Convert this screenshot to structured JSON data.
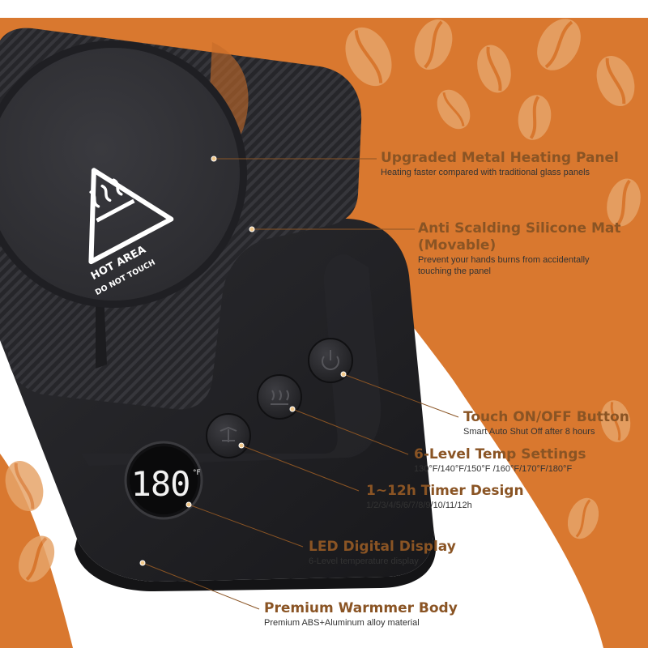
{
  "colors": {
    "accent_orange": "#d9782f",
    "callout_brown": "#8a5424",
    "device_black": "#222226",
    "background_white": "#ffffff"
  },
  "device": {
    "warning_label_line1": "HOT AREA",
    "warning_label_line2": "DO NOT TOUCH",
    "display_value": "180",
    "display_unit": "°F"
  },
  "icons": {
    "warning": "heat-warning-triangle-icon",
    "power": "power-icon",
    "temp": "temperature-icon",
    "timer": "timer-icon",
    "background": "coffee-bean-icon"
  },
  "callouts": [
    {
      "title": "Upgraded Metal Heating Panel",
      "sub": [
        "Heating faster compared with traditional glass panels"
      ]
    },
    {
      "title": "Anti Scalding Silicone Mat",
      "title2": "(Movable)",
      "sub": [
        "Prevent your hands burns from accidentally",
        "touching the panel"
      ]
    },
    {
      "title": "Touch ON/OFF Button",
      "sub": [
        "Smart Auto Shut Off after 8 hours"
      ]
    },
    {
      "title": "6-Level Temp Settings",
      "sub": [
        "130°F/140°F/150°F /160°F/170°F/180°F"
      ]
    },
    {
      "title": "1~12h Timer Design",
      "sub": [
        "1/2/3/4/5/6/7/8/9/10/11/12h"
      ]
    },
    {
      "title": "LED Digital Display",
      "sub": [
        "6-Level temperature display"
      ]
    },
    {
      "title": "Premium Warmmer Body",
      "sub": [
        "Premium ABS+Aluminum alloy material"
      ]
    }
  ]
}
